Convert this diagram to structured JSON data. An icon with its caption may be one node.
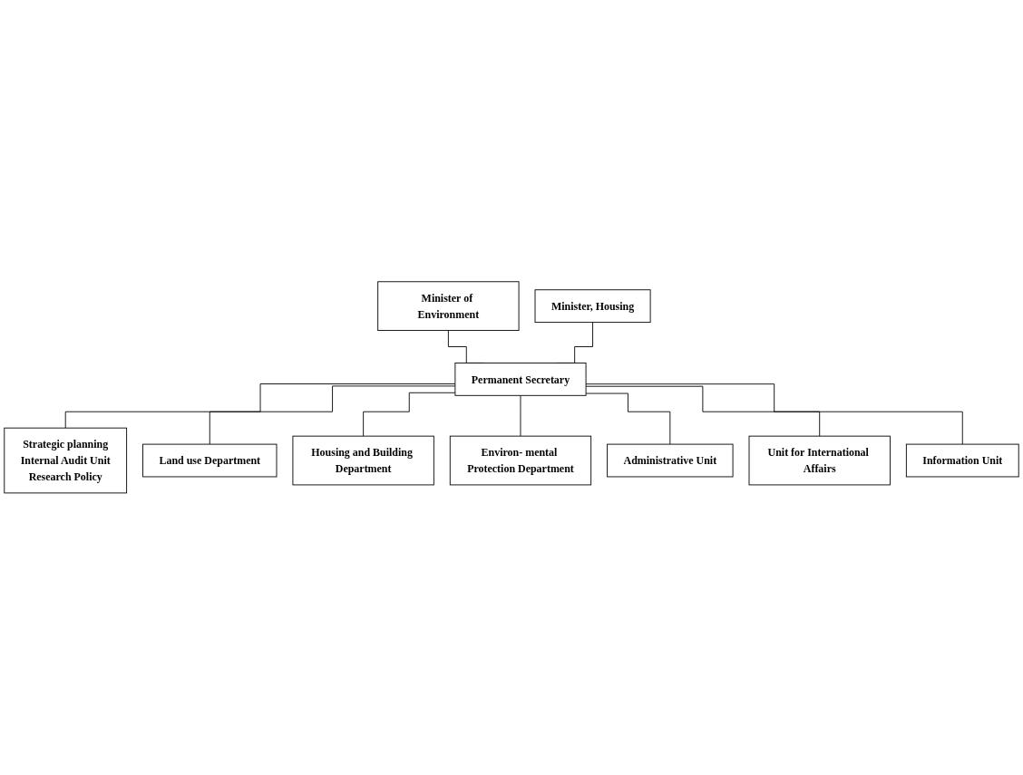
{
  "diagram": {
    "nodes": [
      {
        "text": [
          "Minister of Environment"
        ]
      },
      {
        "text": [
          "Minister, Housing"
        ]
      },
      {
        "text": [
          "Permanent Secretary"
        ]
      },
      {
        "text": [
          "Strategic planning",
          "Internal Audit Unit",
          "Research Policy"
        ]
      },
      {
        "text": [
          "Land use Department"
        ]
      },
      {
        "text": [
          "Housing and Building Department"
        ]
      },
      {
        "text": [
          "Environ- mental Protection Department"
        ]
      },
      {
        "text": [
          "Administrative Unit"
        ]
      },
      {
        "text": [
          "Unit for International Affairs"
        ]
      },
      {
        "text": [
          "Information Unit"
        ]
      }
    ],
    "edges": [
      {
        "from": 0,
        "to": 2,
        "arrow": "none"
      },
      {
        "from": 1,
        "to": 2,
        "arrow": "none"
      },
      {
        "from": 2,
        "to": 3,
        "arrow": "none"
      },
      {
        "from": 2,
        "to": 4,
        "arrow": "none"
      },
      {
        "from": 2,
        "to": 5,
        "arrow": "none"
      },
      {
        "from": 2,
        "to": 6,
        "arrow": "none"
      },
      {
        "from": 2,
        "to": 7,
        "arrow": "none"
      },
      {
        "from": 2,
        "to": 8,
        "arrow": "none"
      },
      {
        "from": 2,
        "to": 9,
        "arrow": "none"
      }
    ]
  }
}
